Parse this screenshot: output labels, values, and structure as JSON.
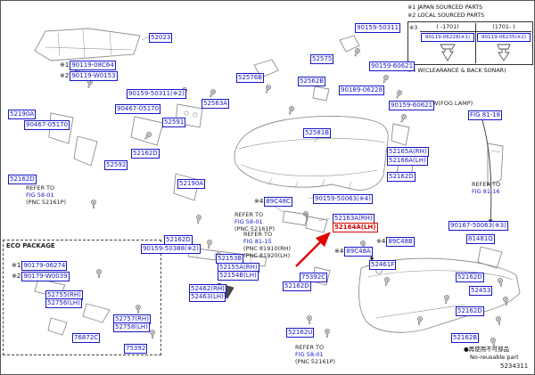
{
  "header_legend": {
    "note1_mark": "※1",
    "note1_text": "JAPAN SOURCED PARTS",
    "note2_mark": "※2",
    "note2_text": "LOCAL SOURCED PARTS",
    "note3_mark": "※3",
    "range_left": "( -1701)",
    "range_right": "(1701-  )",
    "part_left": "90119-06228(※1)",
    "part_right": "90119-06235(※2)",
    "note4_mark": "※4",
    "note4_text": "W(CLEARANCE & BACK SONAR)"
  },
  "fog": {
    "title": "W(FOG LAMP)",
    "fig": "FIG 81-18"
  },
  "refs": {
    "refer_to": "REFER TO",
    "fig_58_01": "FIG 58-01",
    "pnc_52161p": "(PNC 52161P)",
    "fig_81_15": "FIG 81-15",
    "pnc_81910": "(PNC 81910(RH)",
    "pnc_81920": "(PNC 81920(LH)",
    "fig_81_16": "FIG 81-16"
  },
  "eco": {
    "title": "ECO PACKAGE"
  },
  "marks": {
    "m1": "※1",
    "m2": "※2",
    "m4": "※4"
  },
  "parts": {
    "p52023": "52023",
    "p90119_08c64": "90119-08C64",
    "p90119_w0153": "90119-W0153",
    "p52190a": "52190A",
    "p90467_05170": "90467-05170",
    "p52592": "52592",
    "p52162d": "52162D",
    "p52591": "52591",
    "p90159_50311": "90159-50311",
    "p90159_50311_2": "90159-50311(※2)",
    "p52563a": "52563A",
    "p52576b": "52576B",
    "p52575": "52575",
    "p52562b": "52562B",
    "p90159_60621": "90159-60621",
    "p90189_06228": "90189-06228",
    "p52581b": "52581B",
    "p52165a": "52165A(RH)",
    "p52166a": "52166A(LH)",
    "p89c48c": "89C48C",
    "p90159_50063_4": "90159-50063(※4)",
    "p52163a": "52163A(RH)",
    "p52164a": "52164A(LH)",
    "p90159_50388_2": "90159-50388(※2)",
    "p52153b": "52153B",
    "p52155a": "52155A(RH)",
    "p52154b": "52154B(LH)",
    "p89c48b": "89C48B",
    "p89c48a": "89C48A",
    "p52461f": "52461F",
    "p52462": "52462(RH)",
    "p52463": "52463(LH)",
    "p75392c": "75392C",
    "p52162u": "52162U",
    "p90167_50063_3": "90167-50063(※3)",
    "p81481q": "81481Q",
    "p52453": "52453",
    "p52162b": "52162B",
    "p90179_06274": "90179-06274",
    "p90179_w0039": "90179-W0039",
    "p52755": "52755(RH)",
    "p52756": "52756(LH)",
    "p52757": "52757(RH)",
    "p52758": "52758(LH)",
    "p76872c": "76872C",
    "p75392": "75392"
  },
  "footer": {
    "bullet": "●",
    "nonreuse_jp": "再使用不可部品",
    "nonreuse_en": "No-reusable part",
    "code": "5234311"
  }
}
